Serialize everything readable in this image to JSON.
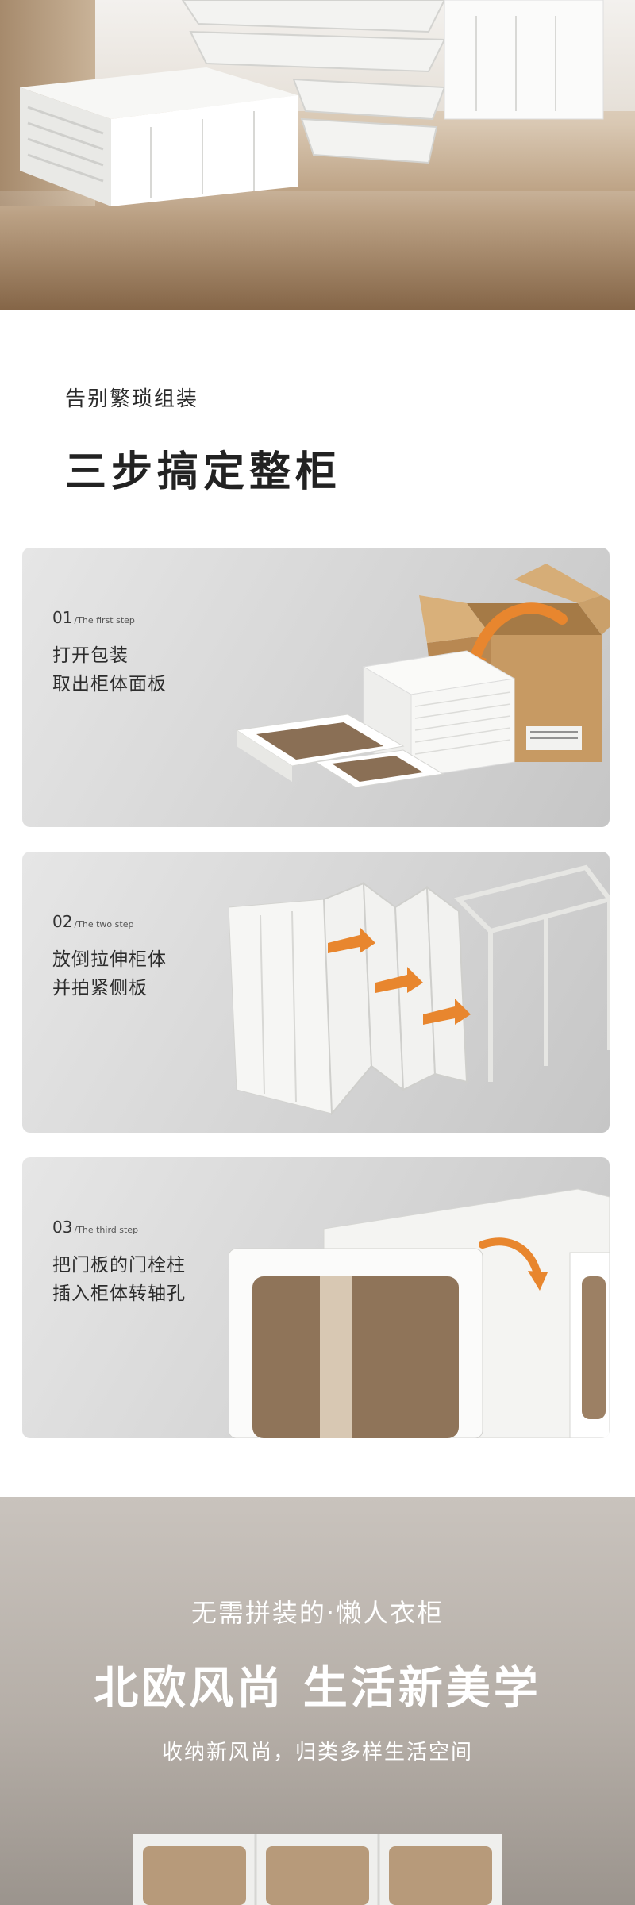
{
  "intro": {
    "subtitle": "告别繁琐组装",
    "title": "三步搞定整柜"
  },
  "steps": [
    {
      "number": "01",
      "caption": "/The first step",
      "lines": [
        "打开包装",
        "取出柜体面板"
      ]
    },
    {
      "number": "02",
      "caption": "/The two step",
      "lines": [
        "放倒拉伸柜体",
        "并拍紧侧板"
      ]
    },
    {
      "number": "03",
      "caption": "/The third step",
      "lines": [
        "把门板的门栓柱",
        "插入柜体转轴孔"
      ]
    }
  ],
  "lazy": {
    "line1": "无需拼装的·懒人衣柜",
    "line2": "北欧风尚 生活新美学",
    "line3": "收纳新风尚，归类多样生活空间"
  },
  "colors": {
    "accent_orange": "#e8862e",
    "cardboard": "#c79a63",
    "panel_white": "#f6f6f4"
  }
}
